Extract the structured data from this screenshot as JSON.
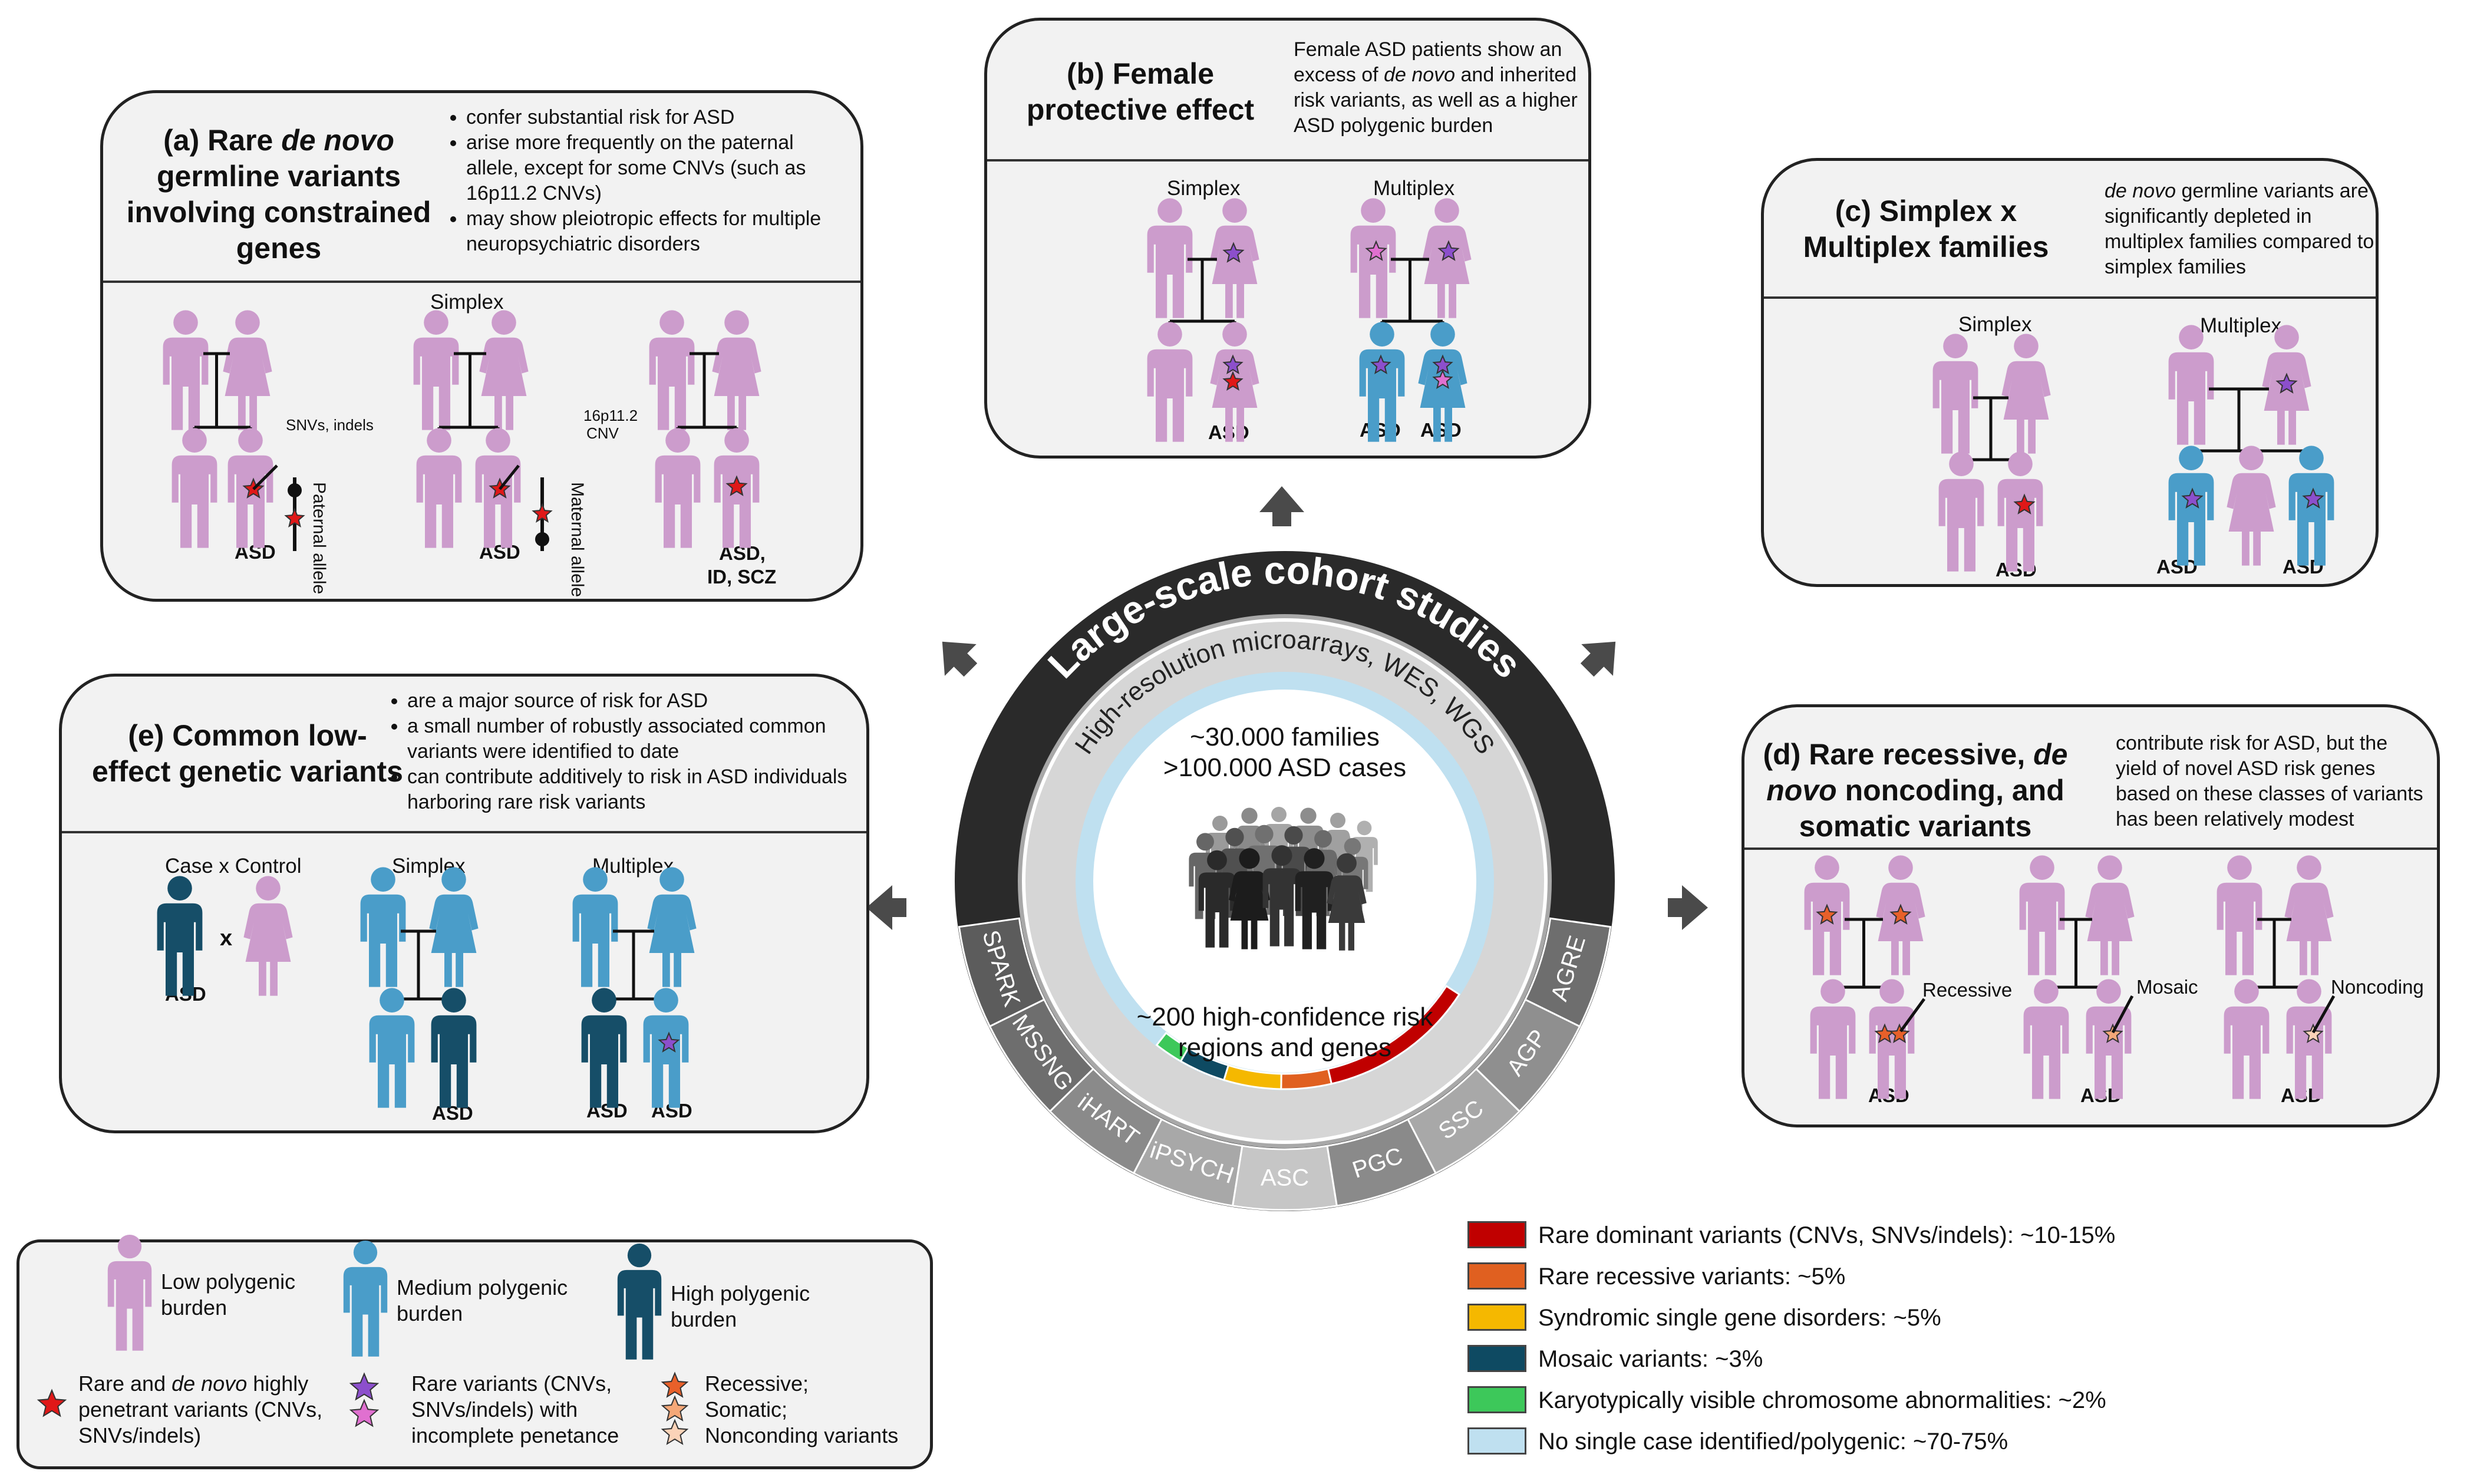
{
  "colors": {
    "low_polygenic": "#cc9ccc",
    "medium_polygenic": "#4a9dc9",
    "high_polygenic": "#164e68",
    "star_rare_denovo": "#e01818",
    "star_rare_purple": "#8c4fcc",
    "star_rare_pink": "#e070d0",
    "star_recessive": "#e8602a",
    "star_somatic": "#f5a878",
    "star_noncoding": "#fbd3b8",
    "ring_outer": "#2a2a2a",
    "ring_mid": "#a8a8a8",
    "ring_light": "#d6d6d6",
    "ring_blue": "#bfe0f0"
  },
  "center": {
    "ring_title": "Large-scale cohort studies",
    "ring_subtitle": "High-resolution microarrays, WES, WGS",
    "families": "~30.000 families",
    "cases": ">100.000 ASD cases",
    "genes_line1": "~200 high-confidence risk",
    "genes_line2": "regions and genes",
    "cohorts": [
      "SPARK",
      "MSSNG",
      "iHART",
      "iPSYCH",
      "ASC",
      "PGC",
      "SSC",
      "AGP",
      "AGRE"
    ],
    "silhouette_icon": "crowd-silhouette-icon"
  },
  "contributions": [
    {
      "label": "Rare dominant variants (CNVs, SNVs/indels): ~10-15%",
      "color": "#c00000",
      "fraction": 0.125
    },
    {
      "label": "Rare recessive variants: ~5%",
      "color": "#e06020",
      "fraction": 0.05
    },
    {
      "label": "Syndromic single gene disorders: ~5%",
      "color": "#f5b800",
      "fraction": 0.05
    },
    {
      "label": "Mosaic variants: ~3%",
      "color": "#0e4a62",
      "fraction": 0.03
    },
    {
      "label": "Karyotypically visible chromosome abnormalities: ~2%",
      "color": "#3dc85a",
      "fraction": 0.02
    },
    {
      "label": "No single case identified/polygenic: ~70-75%",
      "color": "#bfe0f0",
      "fraction": 0.725
    }
  ],
  "panel_a": {
    "title_pre": "(a) Rare ",
    "title_italic": "de novo",
    "title_post": "germline variants involving constrained genes",
    "bullets": [
      "confer substantial risk for ASD",
      "arise more frequently on the paternal allele, except for some CNVs (such as 16p11.2 CNVs)",
      "may show pleiotropic effects for multiple neuropsychiatric disorders"
    ],
    "group_label": "Simplex",
    "annot_snv": "SNVs, indels",
    "annot_cnv_1": "16p11.2",
    "annot_cnv_2": "CNV",
    "paternal": "Paternal allele",
    "maternal": "Maternal allele",
    "asd": "ASD",
    "asd_multi_1": "ASD,",
    "asd_multi_2": "ID, SCZ"
  },
  "panel_b": {
    "title": "(b) Female protective effect",
    "desc_pre": "Female ASD patients show an excess of ",
    "desc_italic": "de novo",
    "desc_post": " and inherited risk variants, as well as a higher ASD polygenic burden",
    "simplex": "Simplex",
    "multiplex": "Multiplex",
    "asd": "ASD"
  },
  "panel_c": {
    "title": "(c) Simplex x Multiplex families",
    "desc_italic": "de novo",
    "desc_post": " germline variants are significantly depleted in multiplex families compared to simplex families",
    "simplex": "Simplex",
    "multiplex": "Multiplex",
    "asd": "ASD"
  },
  "panel_d": {
    "title_pre": "(d) Rare recessive, ",
    "title_italic": "de novo",
    "title_post": " noncoding, and somatic  variants",
    "desc": "contribute risk for ASD, but  the yield of novel ASD risk genes based on these classes of variants has been relatively modest",
    "recessive": "Recessive",
    "mosaic": "Mosaic",
    "noncoding": "Noncoding",
    "asd": "ASD"
  },
  "panel_e": {
    "title": "(e) Common low-effect genetic variants",
    "bullets": [
      "are a major source of risk for ASD",
      "a small number of robustly associated common variants were identified to date",
      "can contribute additively to risk in ASD individuals harboring rare risk variants"
    ],
    "case_control": "Case x Control",
    "x": "x",
    "simplex": "Simplex",
    "multiplex": "Multiplex",
    "asd": "ASD"
  },
  "legend": {
    "low": "Low polygenic burden",
    "medium": "Medium polygenic burden",
    "high": "High polygenic burden",
    "rare_pre": "Rare and ",
    "rare_italic": "de novo",
    "rare_post": " highly penetrant variants (CNVs, SNVs/indels)",
    "rare_var": "Rare variants (CNVs, SNVs/indels) with incomplete penetance",
    "recessive": "Recessive;",
    "somatic": "Somatic;",
    "noncoding": "Nonconding variants"
  }
}
